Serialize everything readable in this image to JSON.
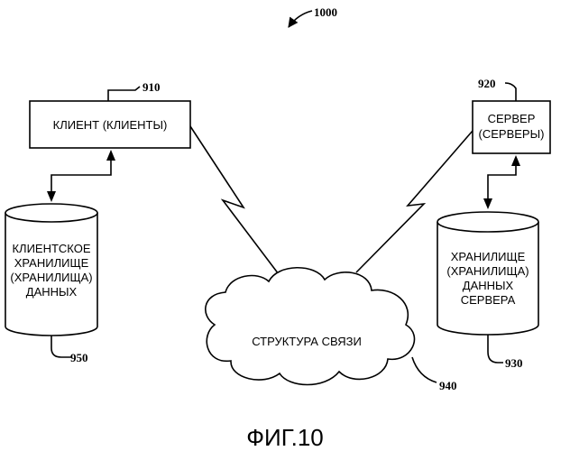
{
  "figure_number": "1000",
  "client": {
    "ref": "910",
    "label": "КЛИЕНТ (КЛИЕНТЫ)"
  },
  "server": {
    "ref": "920",
    "label_lines": [
      "СЕРВЕР",
      "(СЕРВЕРЫ)"
    ]
  },
  "client_store": {
    "ref": "950",
    "label_lines": [
      "КЛИЕНТСКОЕ",
      "ХРАНИЛИЩЕ",
      "(ХРАНИЛИЩА)",
      "ДАННЫХ"
    ]
  },
  "server_store": {
    "ref": "930",
    "label_lines": [
      "ХРАНИЛИЩЕ",
      "(ХРАНИЛИЩА)",
      "ДАННЫХ",
      "СЕРВЕРА"
    ]
  },
  "network": {
    "ref": "940",
    "label": "СТРУКТУРА СВЯЗИ"
  },
  "caption": "ФИГ.10"
}
